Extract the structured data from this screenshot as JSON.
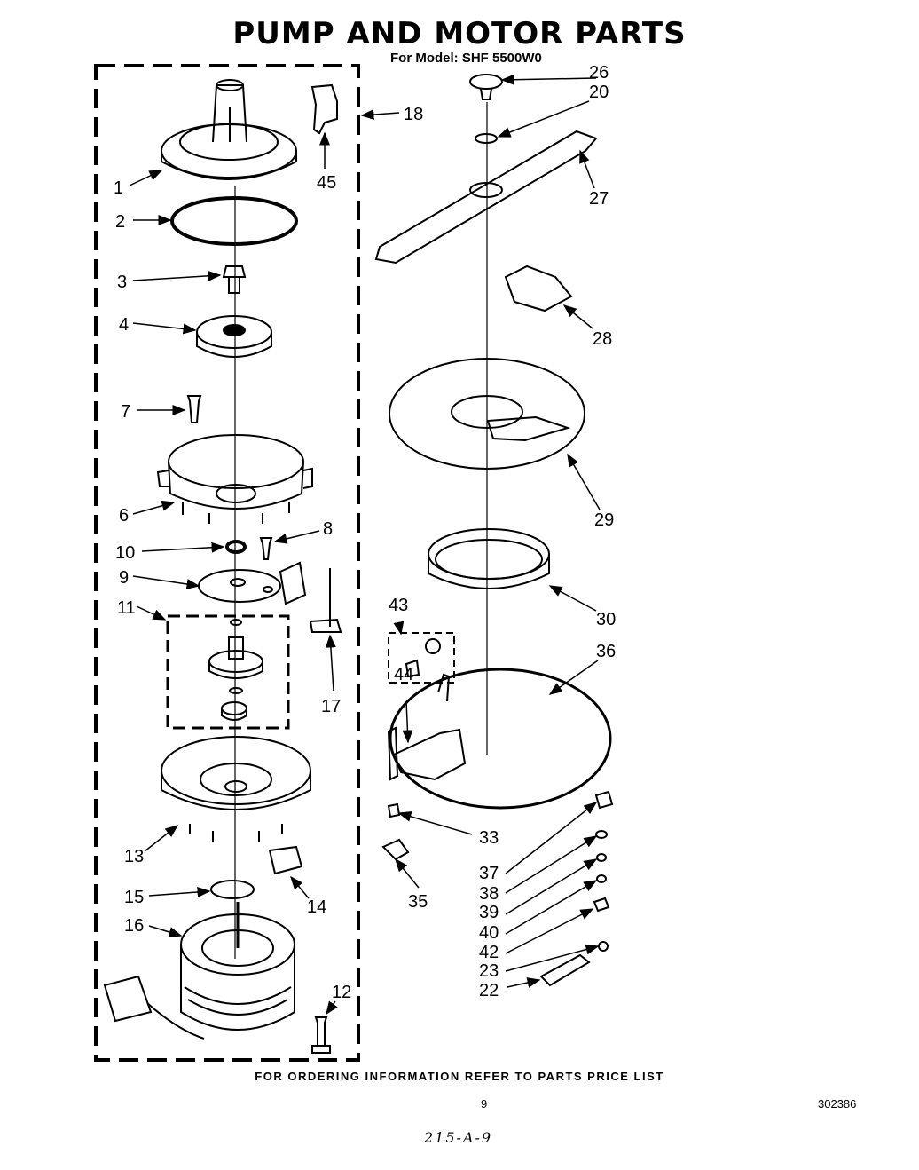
{
  "header": {
    "title": "PUMP AND MOTOR PARTS",
    "subtitle": "For Model: SHF 5500W0"
  },
  "callouts": [
    {
      "id": "c1",
      "label": "1"
    },
    {
      "id": "c2",
      "label": "2"
    },
    {
      "id": "c3",
      "label": "3"
    },
    {
      "id": "c4",
      "label": "4"
    },
    {
      "id": "c7",
      "label": "7"
    },
    {
      "id": "c6",
      "label": "6"
    },
    {
      "id": "c8",
      "label": "8"
    },
    {
      "id": "c10",
      "label": "10"
    },
    {
      "id": "c9",
      "label": "9"
    },
    {
      "id": "c11",
      "label": "11"
    },
    {
      "id": "c17",
      "label": "17"
    },
    {
      "id": "c13",
      "label": "13"
    },
    {
      "id": "c15",
      "label": "15"
    },
    {
      "id": "c14",
      "label": "14"
    },
    {
      "id": "c16",
      "label": "16"
    },
    {
      "id": "c12",
      "label": "12"
    },
    {
      "id": "c18",
      "label": "18"
    },
    {
      "id": "c45",
      "label": "45"
    },
    {
      "id": "c26",
      "label": "26"
    },
    {
      "id": "c20",
      "label": "20"
    },
    {
      "id": "c27",
      "label": "27"
    },
    {
      "id": "c28",
      "label": "28"
    },
    {
      "id": "c29",
      "label": "29"
    },
    {
      "id": "c30",
      "label": "30"
    },
    {
      "id": "c43",
      "label": "43"
    },
    {
      "id": "c36",
      "label": "36"
    },
    {
      "id": "c44",
      "label": "44"
    },
    {
      "id": "c33",
      "label": "33"
    },
    {
      "id": "c35",
      "label": "35"
    },
    {
      "id": "c37",
      "label": "37"
    },
    {
      "id": "c38",
      "label": "38"
    },
    {
      "id": "c39",
      "label": "39"
    },
    {
      "id": "c40",
      "label": "40"
    },
    {
      "id": "c42",
      "label": "42"
    },
    {
      "id": "c23",
      "label": "23"
    },
    {
      "id": "c22",
      "label": "22"
    }
  ],
  "footer": {
    "note": "FOR ORDERING INFORMATION REFER TO PARTS PRICE LIST",
    "page_number": "9",
    "reference_number": "302386",
    "handwritten": "215-A-9"
  }
}
